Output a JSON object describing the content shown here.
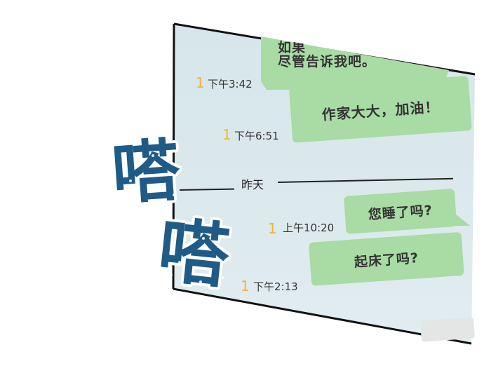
{
  "chat": {
    "top_message_line1": "如果",
    "top_message_line2": "尽管告诉我吧。",
    "messages": [
      {
        "read": "1",
        "time": "下午3:42"
      },
      {
        "read": "1",
        "time": "下午6:51",
        "text": "作家大大，加油！"
      },
      {
        "read": "1",
        "time": "上午10:20",
        "text": "您睡了吗?"
      },
      {
        "read": "1",
        "time": "下午2:13",
        "text": "起床了吗?"
      }
    ],
    "date_divider": "昨天"
  },
  "sound_effect": {
    "char_1": "嗒",
    "char_2": "嗒"
  },
  "colors": {
    "bubble": "#a9dba5",
    "screen": "#d8e7eb",
    "sfx": "#1f5b86",
    "read_mark": "#f2b23c"
  }
}
